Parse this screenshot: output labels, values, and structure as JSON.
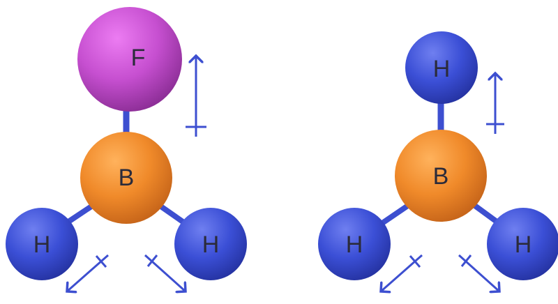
{
  "molecules": [
    {
      "center": {
        "symbol": "B",
        "color": "#f08a2a"
      },
      "top": {
        "symbol": "F",
        "color": "#c64fd0"
      },
      "left": {
        "symbol": "H",
        "color": "#3b4fd6"
      },
      "right": {
        "symbol": "H",
        "color": "#3b4fd6"
      }
    },
    {
      "center": {
        "symbol": "B",
        "color": "#f08a2a"
      },
      "top": {
        "symbol": "H",
        "color": "#3b4fd6"
      },
      "left": {
        "symbol": "H",
        "color": "#3b4fd6"
      },
      "right": {
        "symbol": "H",
        "color": "#3b4fd6"
      }
    }
  ],
  "colors": {
    "bond": "#3d4fd0",
    "dipole_arrow": "#3d4fd0",
    "hydrogen": "#3b4fd6",
    "boron": "#f08a2a",
    "fluorine": "#c64fd0"
  }
}
